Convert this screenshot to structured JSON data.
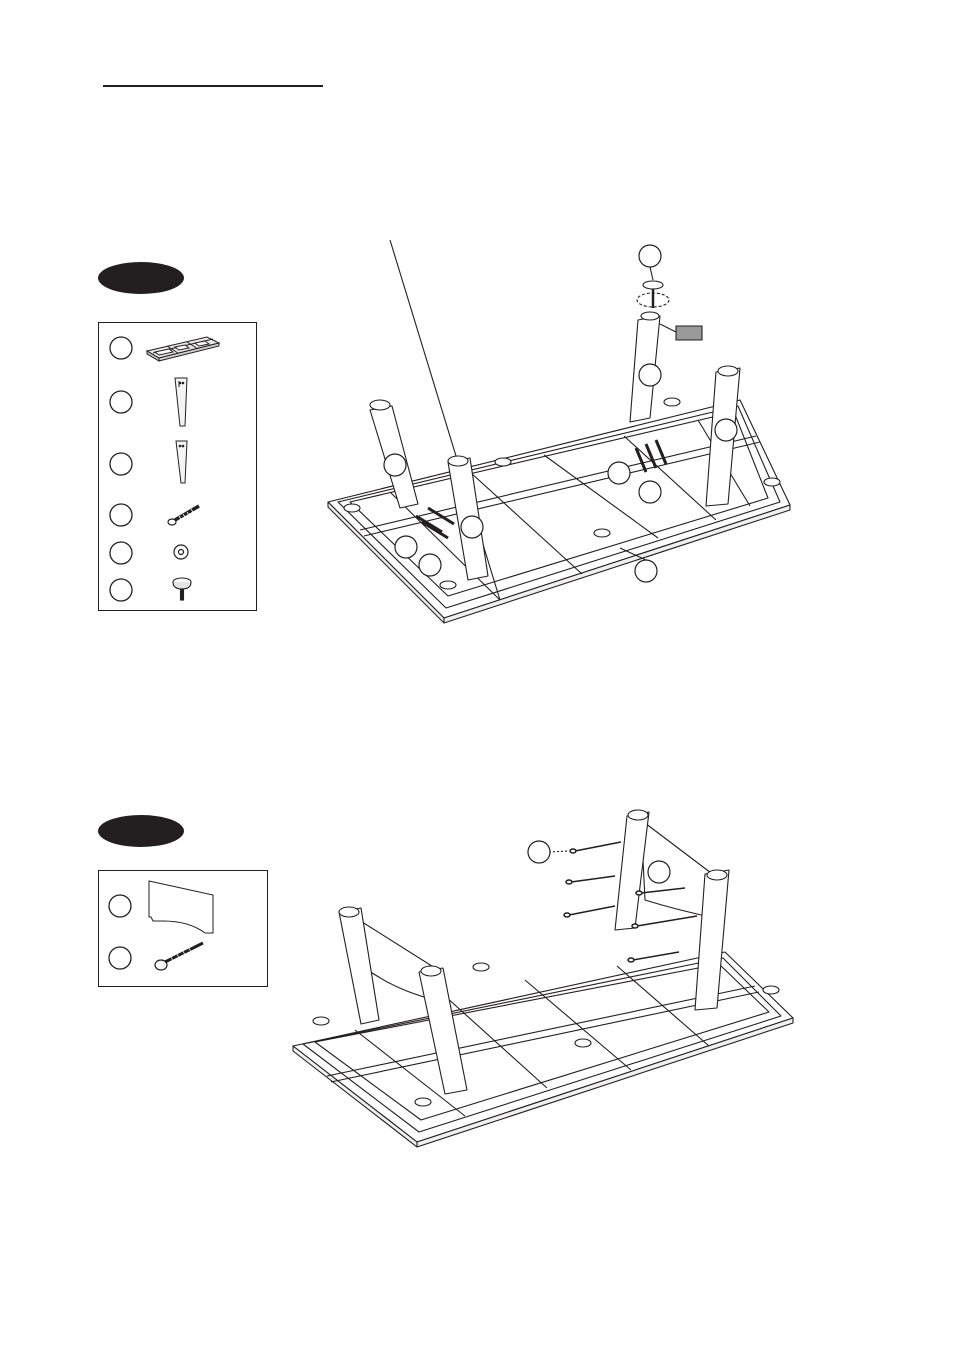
{
  "page": {
    "heading_rule": true,
    "background": "#ffffff",
    "ink": "#231f20",
    "tag_fill": "#9a9a9a"
  },
  "steps": [
    {
      "badge": "step-1-badge",
      "parts": [
        "tabletop-frame-icon",
        "leg-long-icon",
        "leg-short-icon",
        "bolt-icon",
        "washer-icon",
        "adjustable-foot-icon"
      ],
      "callout_count": 15
    },
    {
      "badge": "step-2-badge",
      "parts": [
        "side-panel-icon",
        "wood-screw-icon"
      ],
      "callout_count": 2
    }
  ]
}
